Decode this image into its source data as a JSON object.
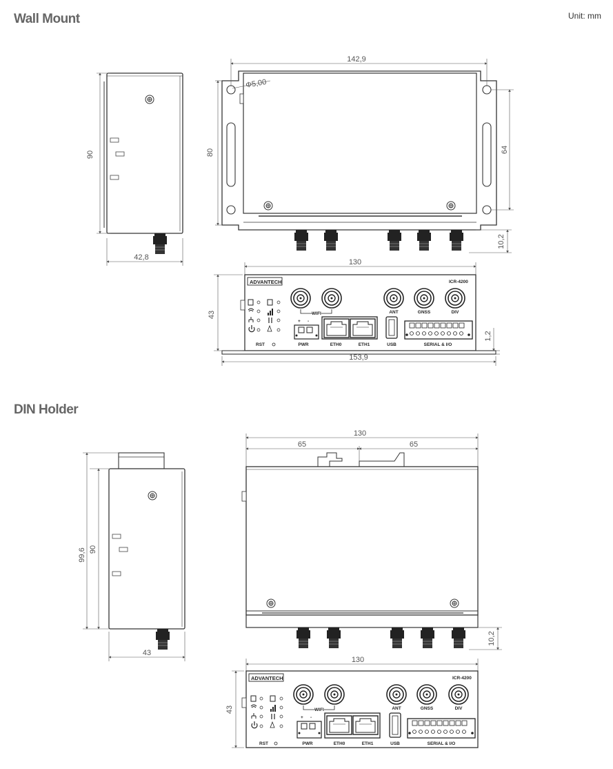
{
  "sections": {
    "wall_mount": "Wall Mount",
    "din_holder": "DIN Holder"
  },
  "unit": "Unit: mm",
  "brand": "ADVANTECH",
  "model": "ICR-4200",
  "panel_labels": {
    "wifi": "WIFI",
    "ant": "ANT",
    "gnss": "GNSS",
    "div": "DIV",
    "pwr": "PWR",
    "eth0": "ETH0",
    "eth1": "ETH1",
    "usb": "USB",
    "serial": "SERIAL & I/O",
    "rst": "RST",
    "plus": "+",
    "minus": "-"
  },
  "wall_dims": {
    "side_height": "90",
    "side_width": "42,8",
    "top_width": "142,9",
    "hole": "Φ5,00",
    "top_depth": "80",
    "hole_spacing": "64",
    "connector": "10,2",
    "front_width": "130",
    "front_height": "43",
    "plate_width": "153,9",
    "plate_thickness": "1,2"
  },
  "din_dims": {
    "side_total": "99,6",
    "side_height": "90",
    "side_width": "43",
    "top_width": "130",
    "half_left": "65",
    "half_right": "65",
    "connector": "10,2",
    "front_width": "130",
    "front_height": "43"
  },
  "colors": {
    "line": "#333333",
    "connector": "#222222",
    "text": "#555555"
  }
}
